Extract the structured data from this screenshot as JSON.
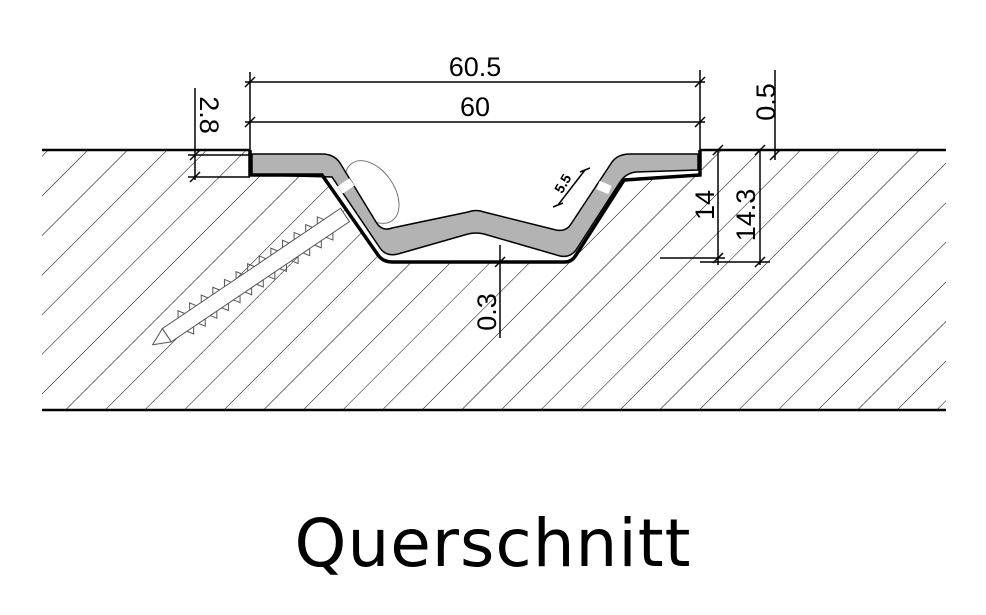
{
  "title": "Querschnitt",
  "dimensions": {
    "overall_width": "60.5",
    "inner_width": "60",
    "flange_thickness": "2.8",
    "top_offset": "0.5",
    "depth_inner": "14",
    "depth_outer": "14.3",
    "bottom_gap": "0.3",
    "slope_width": "5.5"
  },
  "colors": {
    "profile_fill": "#b3b3b3",
    "line": "#000000"
  }
}
